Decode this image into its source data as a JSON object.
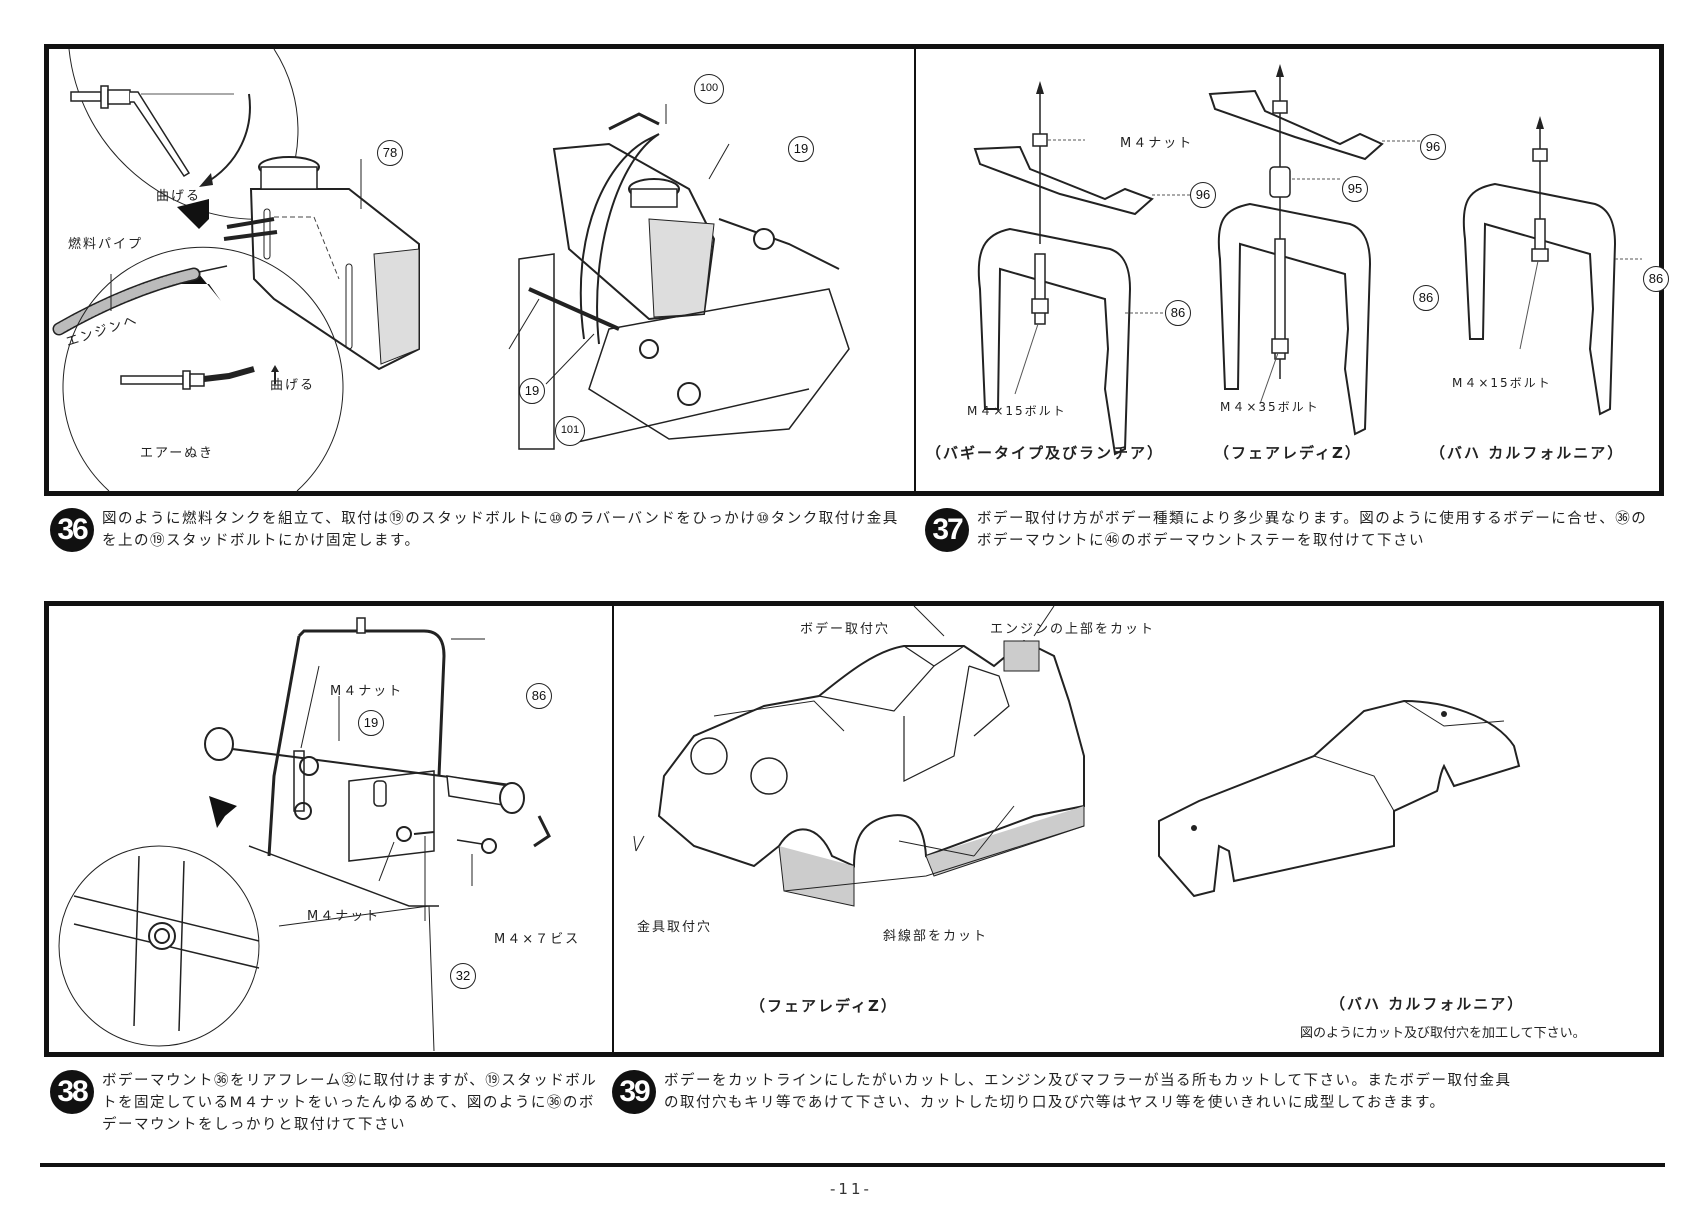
{
  "page_number": "-11-",
  "step36": {
    "badge": "36",
    "text": "図のように燃料タンクを組立て、取付は⑲のスタッドボルトに⑩のラバーバンドをひっかけ⑩タンク取付け金具を上の⑲スタッドボルトにかけ固定します。",
    "labels": {
      "bend_top": "曲げる",
      "fuel_pipe": "燃料パイプ",
      "to_engine": "エンジンへ",
      "bend_bottom": "曲げる",
      "air_vent": "エアーぬき"
    },
    "parts": [
      "78",
      "100",
      "19",
      "19",
      "101"
    ]
  },
  "step37": {
    "badge": "37",
    "text": "ボデー取付け方がボデー種類により多少異なります。図のように使用するボデーに合せ、㊱のボデーマウントに㊻のボデーマウントステーを取付けて下さい",
    "labels": {
      "nut": "M４ナット",
      "bolt15a": "M４×15ボルト",
      "bolt35": "M４×35ボルト",
      "bolt15b": "M４×15ボルト"
    },
    "parts": [
      "96",
      "86",
      "96",
      "95",
      "86",
      "86"
    ],
    "captions": [
      "（バギータイプ及びランチア）",
      "（フェアレディZ）",
      "（バハ カルフォルニア）"
    ]
  },
  "step38": {
    "badge": "38",
    "text": "ボデーマウント㊱をリアフレーム㉜に取付けますが、⑲スタッドボルトを固定しているM４ナットをいったんゆるめて、図のように㊱のボデーマウントをしっかりと取付けて下さい",
    "labels": {
      "nut_top": "M４ナット",
      "nut_bottom": "M４ナット",
      "screw": "M４×７ビス"
    },
    "parts": [
      "86",
      "19",
      "32"
    ]
  },
  "step39": {
    "badge": "39",
    "text": "ボデーをカットラインにしたがいカットし、エンジン及びマフラーが当る所もカットして下さい。またボデー取付金具の取付穴もキリ等であけて下さい、カットした切り口及び穴等はヤスリ等を使いきれいに成型しておきます。",
    "labels": {
      "body_hole": "ボデー取付穴",
      "engine_cut": "エンジンの上部をカット",
      "bracket_hole": "金具取付穴",
      "hatch_cut": "斜線部をカット"
    },
    "captions": [
      "（フェアレディZ）",
      "（バハ カルフォルニア）"
    ],
    "note": "図のようにカット及び取付穴を加工して下さい。"
  }
}
